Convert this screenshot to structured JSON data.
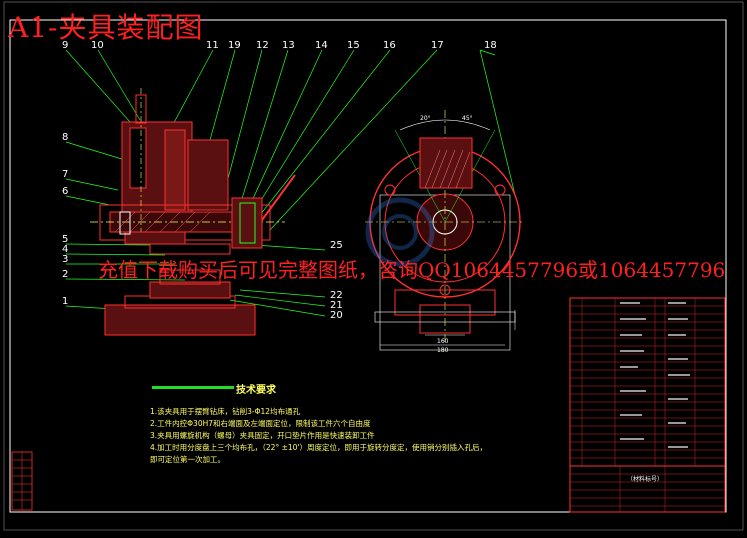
{
  "header": {
    "title": "A1-夹具装配图"
  },
  "watermark": {
    "promo": "充值下载购买后可见完整图纸，咨询QQ1064457796或1064457796"
  },
  "callouts_top": [
    "9",
    "10",
    "11",
    "19",
    "12",
    "13",
    "14",
    "15",
    "16",
    "17",
    "18"
  ],
  "callouts_left": [
    "8",
    "7",
    "6",
    "5",
    "4",
    "3",
    "2",
    "1"
  ],
  "callouts_right": [
    "25",
    "22",
    "21",
    "20"
  ],
  "dimensions": {
    "width_1": "160",
    "width_2": "180",
    "angle_1": "20°",
    "angle_2": "45°"
  },
  "technical_requirements": {
    "heading": "技术要求",
    "items": [
      "1.该夹具用于摆臂钻床，钻削3-Φ12均布通孔",
      "2.工件内控Φ30H7和右端面及左端面定位，限制该工件六个自由度",
      "3.夹具用螺旋机构（螺母）夹具固定，开口垫片作用是快速装卸工件",
      "4.加工时用分度盘上三个均布孔，（22° ±10'）周度定位，即用于旋转分度定，使用销分别插入孔后，",
      "   即可定位第一次加工。"
    ]
  },
  "title_block": {
    "material_label": "（材料标号）"
  },
  "colors": {
    "frame": "#ffffff",
    "section": "#ff3030",
    "centerline": "#ffff60",
    "leader": "#22ff22",
    "body": "#ff2020"
  }
}
